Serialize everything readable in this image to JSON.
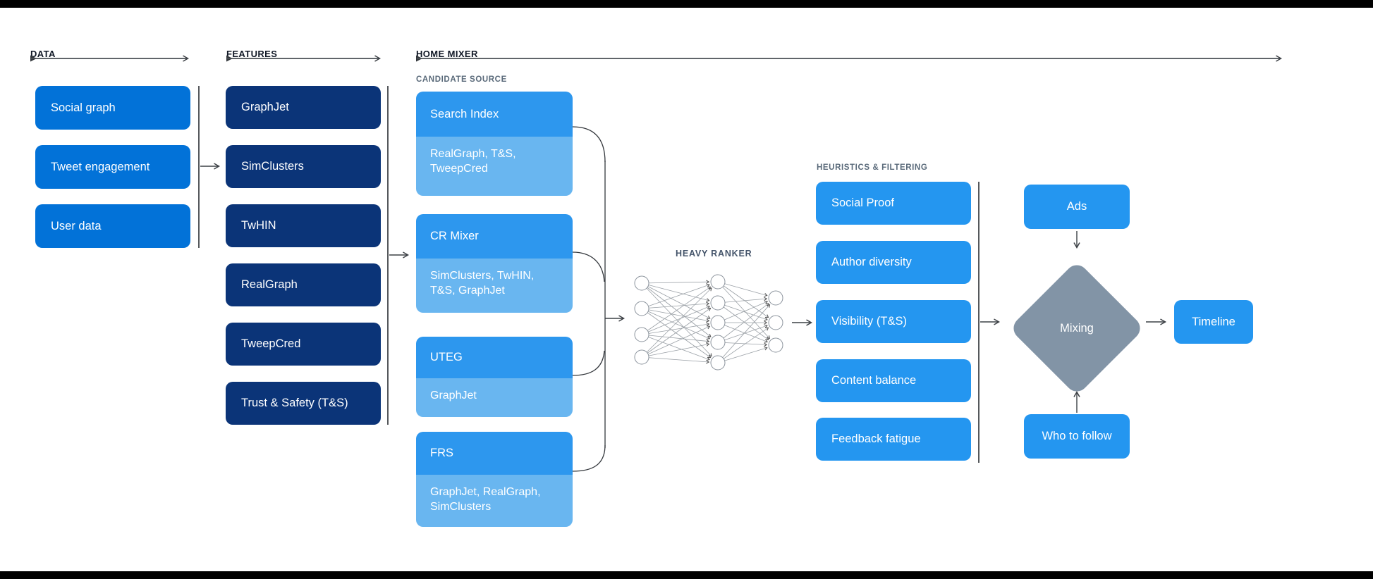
{
  "colors": {
    "data_box": "#0272d8",
    "feature_box": "#0b3478",
    "source_header": "#2d97ee",
    "source_sub": "#69b6f0",
    "filter_box": "#2496f0",
    "mix_diamond": "#8294a6",
    "section_header_text": "#101826",
    "subsection_text": "#5a6a7a"
  },
  "sections": {
    "data": {
      "title": "DATA",
      "items": [
        "Social graph",
        "Tweet engagement",
        "User data"
      ]
    },
    "features": {
      "title": "FEATURES",
      "items": [
        "GraphJet",
        "SimClusters",
        "TwHIN",
        "RealGraph",
        "TweepCred",
        "Trust & Safety (T&S)"
      ]
    },
    "home_mixer": {
      "title": "HOME MIXER",
      "candidate_source": {
        "title": "CANDIDATE SOURCE",
        "sources": [
          {
            "name": "Search Index",
            "features": "RealGraph, T&S, TweepCred"
          },
          {
            "name": "CR Mixer",
            "features": "SimClusters, TwHIN, T&S, GraphJet"
          },
          {
            "name": "UTEG",
            "features": "GraphJet"
          },
          {
            "name": "FRS",
            "features": "GraphJet, RealGraph, SimClusters"
          }
        ]
      },
      "heavy_ranker": {
        "title": "HEAVY RANKER"
      },
      "heuristics": {
        "title": "HEURISTICS & FILTERING",
        "items": [
          "Social Proof",
          "Author diversity",
          "Visibility (T&S)",
          "Content balance",
          "Feedback fatigue"
        ]
      },
      "mixing": {
        "label": "Mixing"
      },
      "ads": {
        "label": "Ads"
      },
      "who_to_follow": {
        "label": "Who to follow"
      },
      "timeline": {
        "label": "Timeline"
      }
    }
  }
}
